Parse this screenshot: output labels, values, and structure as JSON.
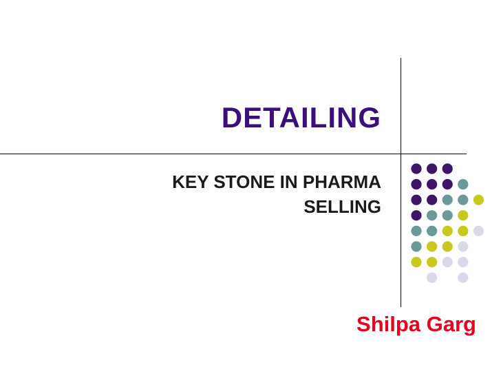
{
  "slide": {
    "title": "DETAILING",
    "subtitle_lines": [
      "KEY STONE IN PHARMA",
      "SELLING"
    ],
    "author": "Shilpa Garg"
  },
  "dot_colors": {
    "purple": "#3d1466",
    "teal": "#6b9999",
    "olive": "#c8c81e",
    "lavender": "#d9d9ec"
  },
  "dot_pattern": [
    [
      "purple",
      "purple",
      "purple",
      "",
      "",
      ""
    ],
    [
      "purple",
      "purple",
      "purple",
      "teal",
      "",
      ""
    ],
    [
      "purple",
      "purple",
      "teal",
      "teal",
      "olive",
      ""
    ],
    [
      "purple",
      "teal",
      "teal",
      "olive",
      "",
      ""
    ],
    [
      "teal",
      "teal",
      "olive",
      "olive",
      "lavender",
      ""
    ],
    [
      "teal",
      "olive",
      "olive",
      "lavender",
      "",
      ""
    ],
    [
      "olive",
      "olive",
      "lavender",
      "lavender",
      "",
      ""
    ],
    [
      "",
      "lavender",
      "",
      "lavender",
      "",
      ""
    ]
  ]
}
